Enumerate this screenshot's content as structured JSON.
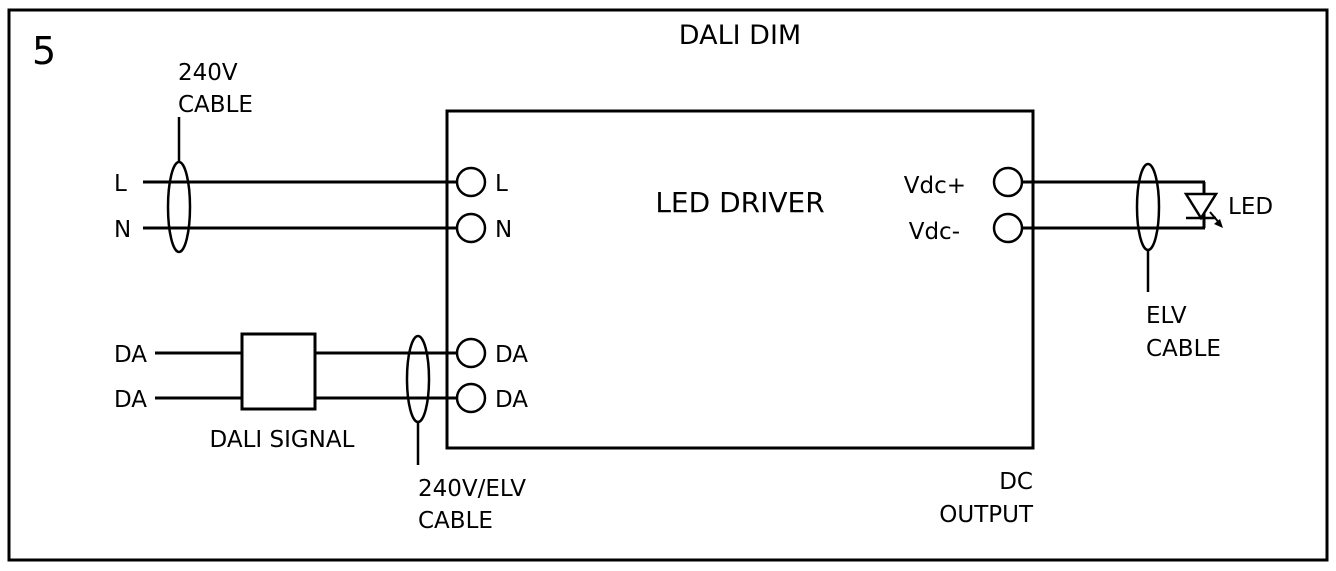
{
  "diagram": {
    "number": "5",
    "title": "DALI DIM",
    "driver_label": "LED DRIVER",
    "input": {
      "cable_label_line1": "240V",
      "cable_label_line2": "CABLE",
      "line_L": "L",
      "line_N": "N",
      "terminal_L": "L",
      "terminal_N": "N"
    },
    "dali": {
      "line_top": "DA",
      "line_bottom": "DA",
      "module_label": "DALI SIGNAL",
      "terminal_top": "DA",
      "terminal_bottom": "DA",
      "cable_label_line1": "240V/ELV",
      "cable_label_line2": "CABLE"
    },
    "output": {
      "terminal_pos": "Vdc+",
      "terminal_neg": "Vdc-",
      "led_label": "LED",
      "cable_label_line1": "ELV",
      "cable_label_line2": "CABLE",
      "dc_label_line1": "DC",
      "dc_label_line2": "OUTPUT"
    }
  }
}
